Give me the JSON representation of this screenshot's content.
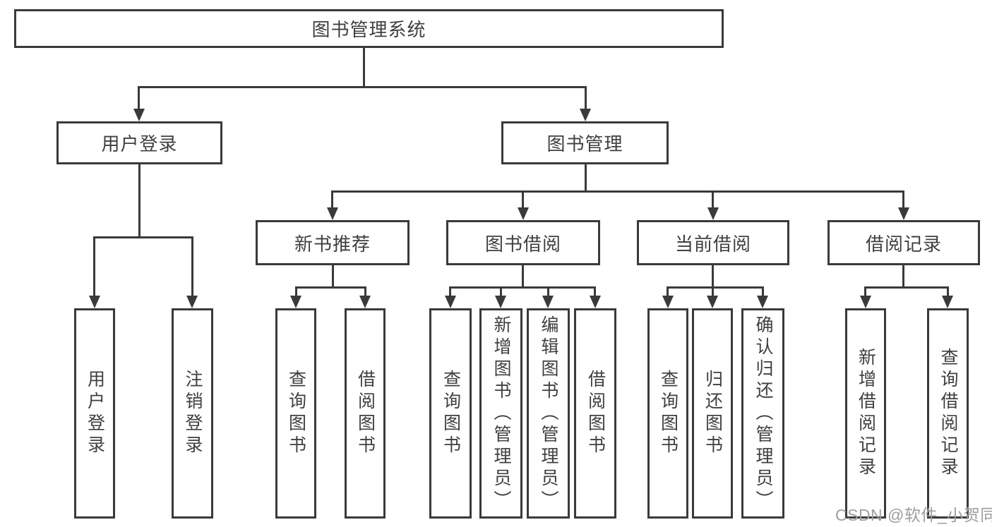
{
  "diagram": {
    "title": "图书管理系统",
    "level2": [
      "用户登录",
      "图书管理"
    ],
    "level3": [
      "新书推荐",
      "图书借阅",
      "当前借阅",
      "借阅记录"
    ],
    "leaves": [
      "用户登录",
      "注销登录",
      "查询图书",
      "借阅图书",
      "查询图书",
      "新增图书（管理员）",
      "编辑图书（管理员）",
      "借阅图书",
      "查询图书",
      "归还图书",
      "确认归还（管理员）",
      "新增借阅记录",
      "查询借阅记录"
    ],
    "watermark": "CSDN @软件_小贺同学",
    "colors": {
      "line": "#3a3a3a",
      "text": "#3f3f3f",
      "watermark": "#9e9e9e",
      "background": "#ffffff"
    }
  }
}
